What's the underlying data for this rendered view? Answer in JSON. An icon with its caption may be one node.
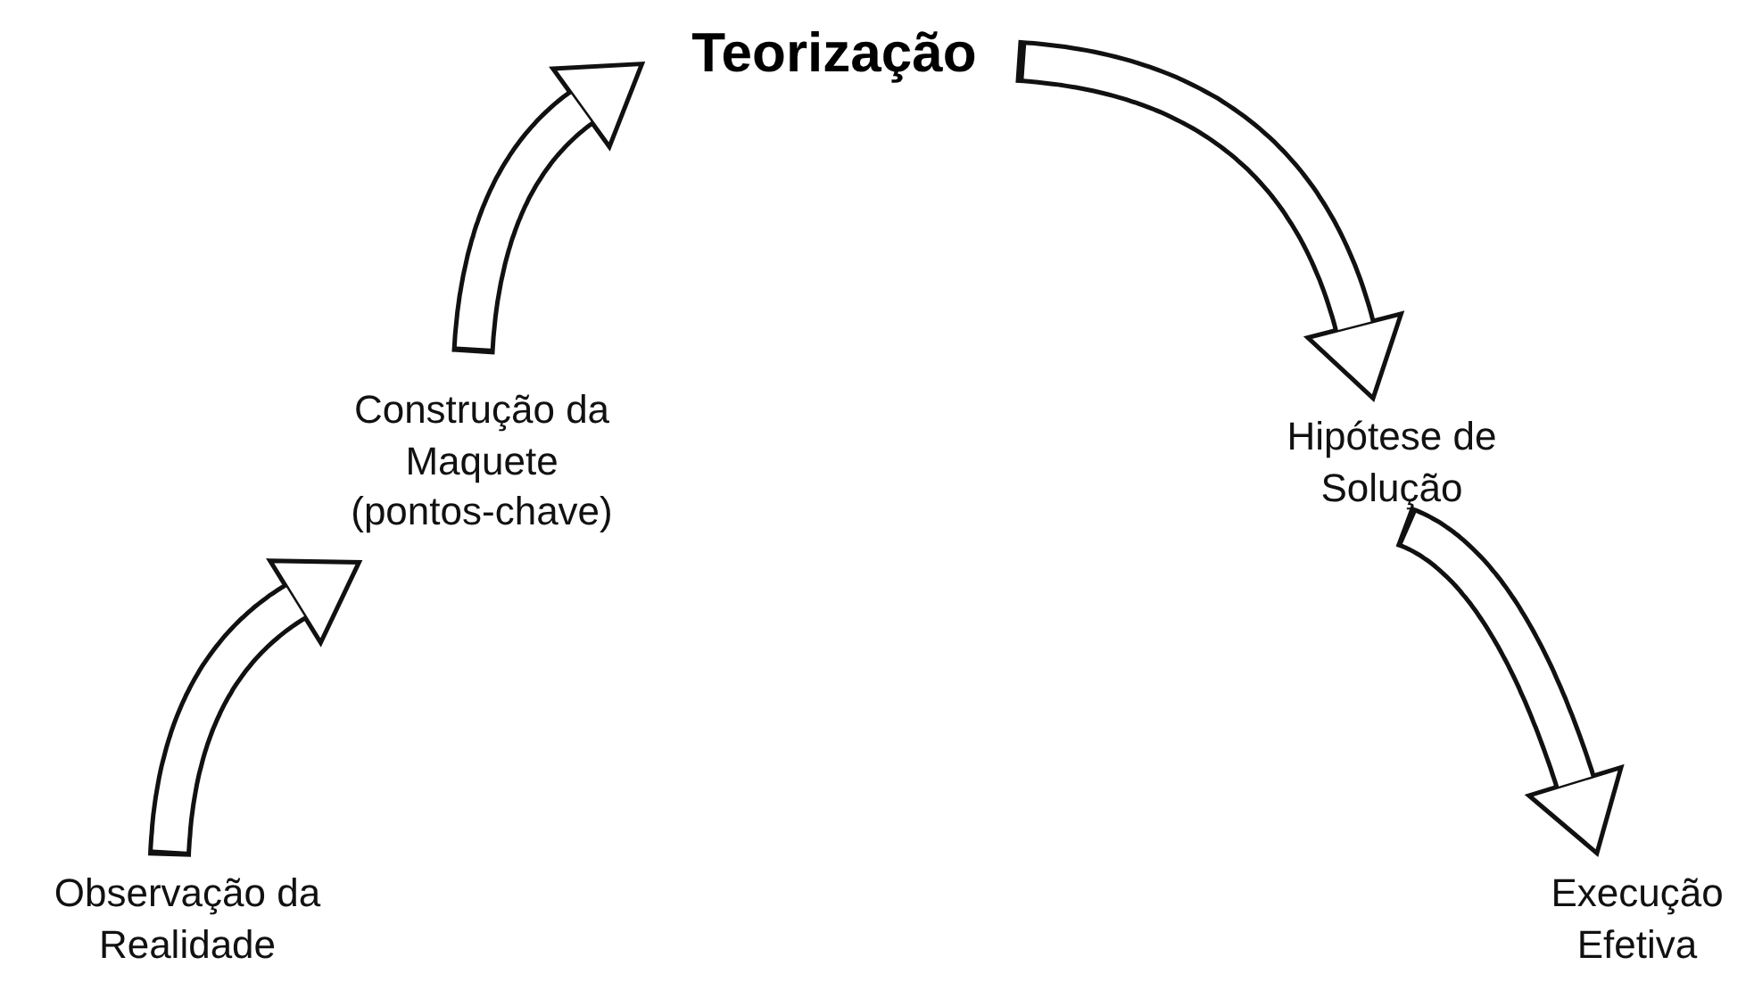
{
  "diagram": {
    "nodes": [
      {
        "text": [
          "Observação da Realidade"
        ]
      },
      {
        "text": [
          "Construção da Maquete (pontos-chave)"
        ]
      },
      {
        "text": [
          "Teorização"
        ]
      },
      {
        "text": [
          "Hipótese de Solução"
        ]
      },
      {
        "text": [
          "Execução Efetiva"
        ]
      }
    ],
    "edges": [
      {
        "from": 0,
        "to": 1,
        "arrow": "to"
      },
      {
        "from": 1,
        "to": 2,
        "arrow": "to"
      },
      {
        "from": 2,
        "to": 3,
        "arrow": "to"
      },
      {
        "from": 3,
        "to": 4,
        "arrow": "to"
      }
    ]
  }
}
